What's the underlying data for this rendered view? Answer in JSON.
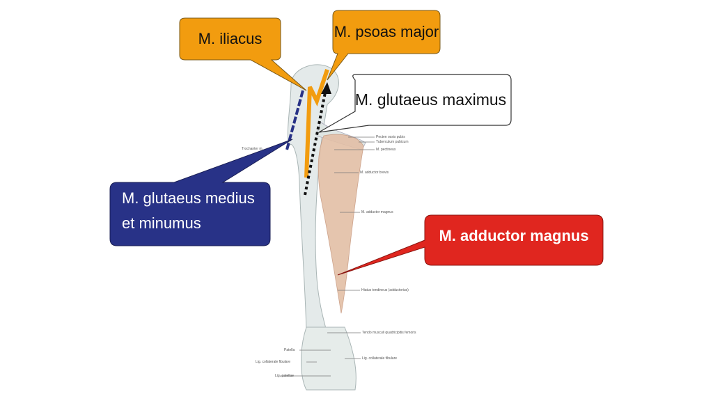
{
  "callouts": {
    "iliacus": "M. iliacus",
    "psoas": "M. psoas major",
    "glut_max": "M. glutaeus maximus",
    "glut_med_1": "M. glutaeus medius",
    "glut_med_2": "et minumus",
    "adductor": "M. adductor magnus"
  },
  "anatomy_labels": {
    "pecten": "Pecten ossis pubis",
    "tuberculum": "Tuberculum pubicum",
    "pectineus": "M. pectineus",
    "add_brevis": "M. adductor brevis",
    "add_magnus": "M. adductor magnus",
    "trochanter": "Trochanter m.",
    "hiatus": "Hiatus tendineus (adductorius)",
    "tendo": "Tendo musculi quadricipitis femoris",
    "patella": "Patella",
    "lig_fib_left": "Lig. collaterale fibulare",
    "lig_fib_right": "Lig. collaterale fibulare",
    "lig_patellae": "Lig. patellae"
  },
  "colors": {
    "orange": "#f29c0f",
    "blue": "#283287",
    "red": "#e0261f"
  }
}
